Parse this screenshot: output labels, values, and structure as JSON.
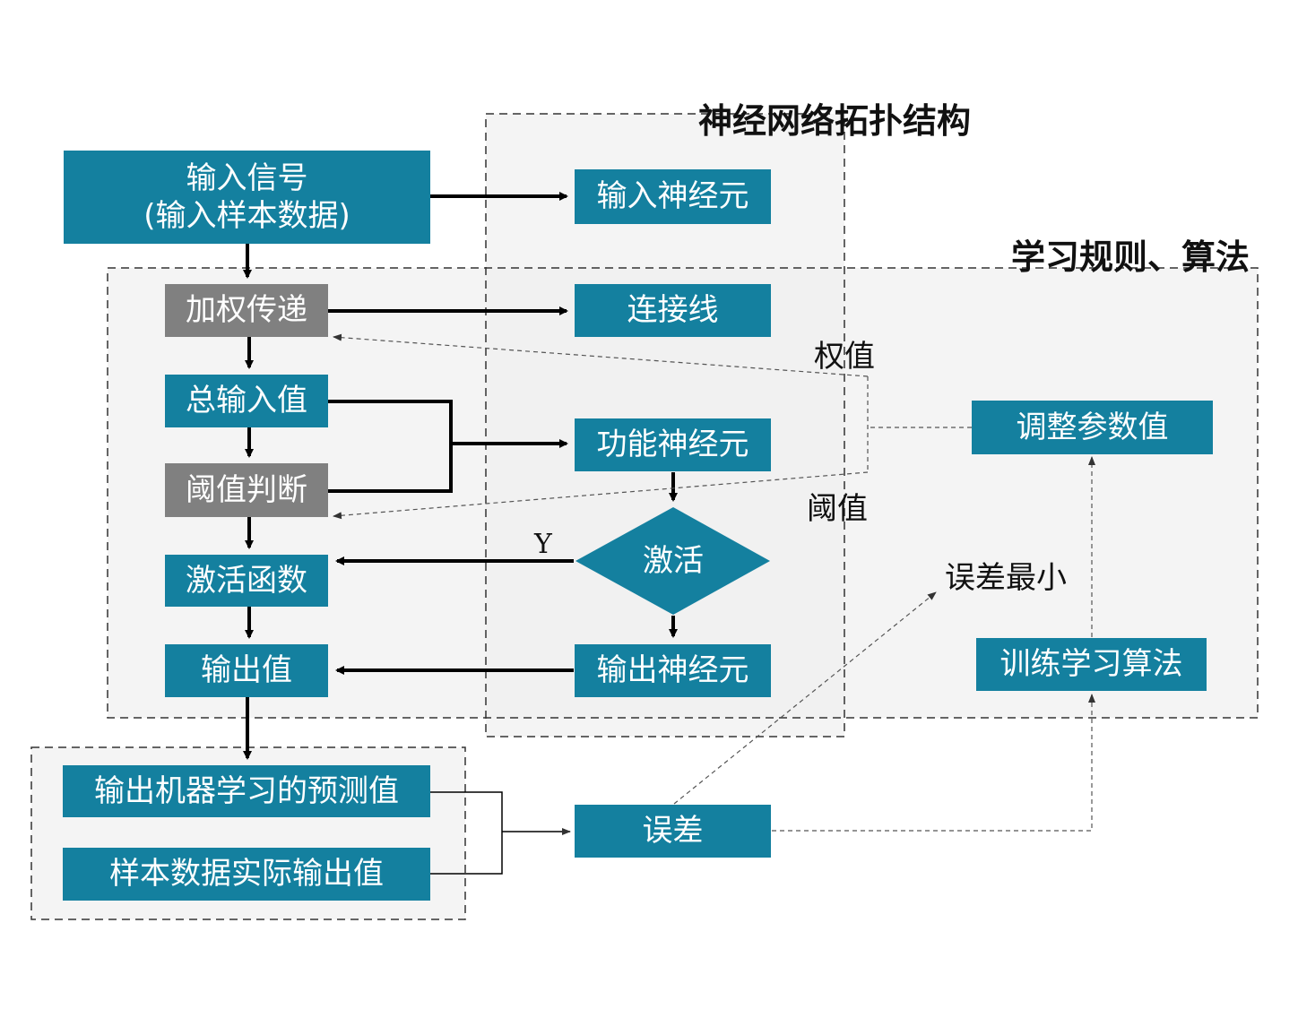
{
  "titles": {
    "topology": "神经网络拓扑结构",
    "learning": "学习规则、算法"
  },
  "left_column": {
    "input_signal_line1": "输入信号",
    "input_signal_line2": "(输入样本数据)",
    "weighted_transfer": "加权传递",
    "total_input": "总输入值",
    "threshold_judgment": "阈值判断",
    "activation_function": "激活函数",
    "output_value": "输出值",
    "predicted_output": "输出机器学习的预测值",
    "actual_output": "样本数据实际输出值"
  },
  "middle_column": {
    "input_neuron": "输入神经元",
    "connection_line": "连接线",
    "functional_neuron": "功能神经元",
    "activation_decision": "激活",
    "output_neuron": "输出神经元",
    "error": "误差"
  },
  "right_column": {
    "adjust_params": "调整参数值",
    "training_algorithm": "训练学习算法"
  },
  "labels": {
    "weight": "权值",
    "threshold": "阈值",
    "yes": "Y",
    "min_error": "误差最小"
  },
  "colors": {
    "box_blue": "#14809f",
    "box_gray": "#808080",
    "region_fill": "#f0f0f0"
  }
}
